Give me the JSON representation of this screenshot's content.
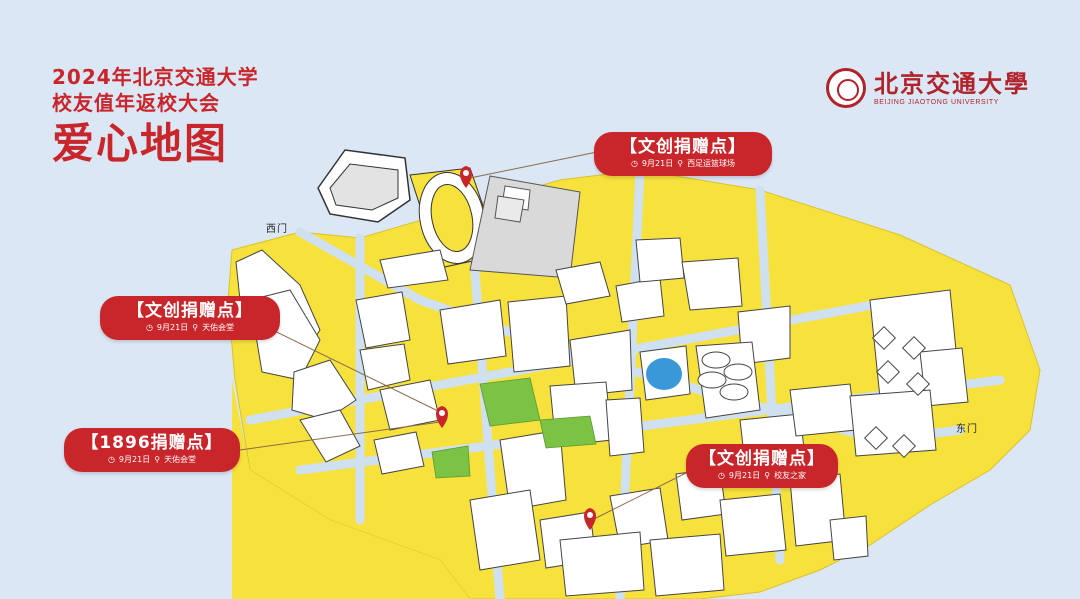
{
  "header": {
    "line1": "2024年北京交通大学",
    "line2": "校友值年返校大会",
    "main_title": "爱心地图"
  },
  "logo": {
    "cn": "北京交通大學",
    "en": "BEIJING JIAOTONG UNIVERSITY"
  },
  "gates": {
    "west": "西门",
    "east": "东门"
  },
  "callouts": [
    {
      "title": "【文创捐赠点】",
      "date": "9月21日",
      "place": "西足运篮球场"
    },
    {
      "title": "【文创捐赠点】",
      "date": "9月21日",
      "place": "天佑会堂"
    },
    {
      "title": "【1896捐赠点】",
      "date": "9月21日",
      "place": "天佑会堂"
    },
    {
      "title": "【文创捐赠点】",
      "date": "9月21日",
      "place": "校友之家"
    }
  ],
  "icons": {
    "date": "clock-icon",
    "place": "location-pin-icon",
    "marker": "map-marker-icon"
  },
  "colors": {
    "accent": "#c8262b",
    "campus": "#f6e13d",
    "background": "#dbe7f4",
    "building": "#ffffff"
  }
}
